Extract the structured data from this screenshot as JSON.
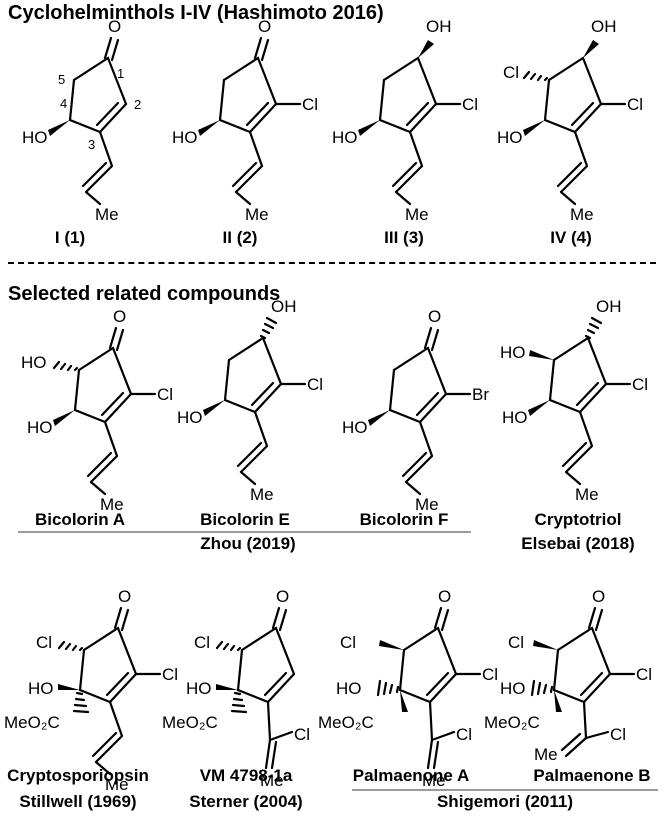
{
  "header": {
    "title": "Cyclohelminthols I-IV (Hashimoto 2016)"
  },
  "section2": {
    "title": "Selected related compounds"
  },
  "compounds_row1": [
    "I (1)",
    "II (2)",
    "III (3)",
    "IV (4)"
  ],
  "compounds_row2": [
    "Bicolorin A",
    "Bicolorin E",
    "Bicolorin F",
    "Cryptotriol"
  ],
  "compounds_row3": [
    "Cryptosporiopsin",
    "VM 4798-1a",
    "Palmaenone A",
    "Palmaenone B"
  ],
  "refs": {
    "zhou": "Zhou (2019)",
    "elsebai": "Elsebai (2018)",
    "stillwell": "Stillwell (1969)",
    "sterner": "Sterner (2004)",
    "shigemori": "Shigemori (2011)"
  },
  "atoms": {
    "o": "O",
    "oh": "OH",
    "ho": "HO",
    "cl": "Cl",
    "br": "Br",
    "me": "Me",
    "ho_": "HO",
    "meo2c": "MeO₂C",
    "n1": "1",
    "n2": "2",
    "n3": "3",
    "n4": "4",
    "n5": "5"
  }
}
